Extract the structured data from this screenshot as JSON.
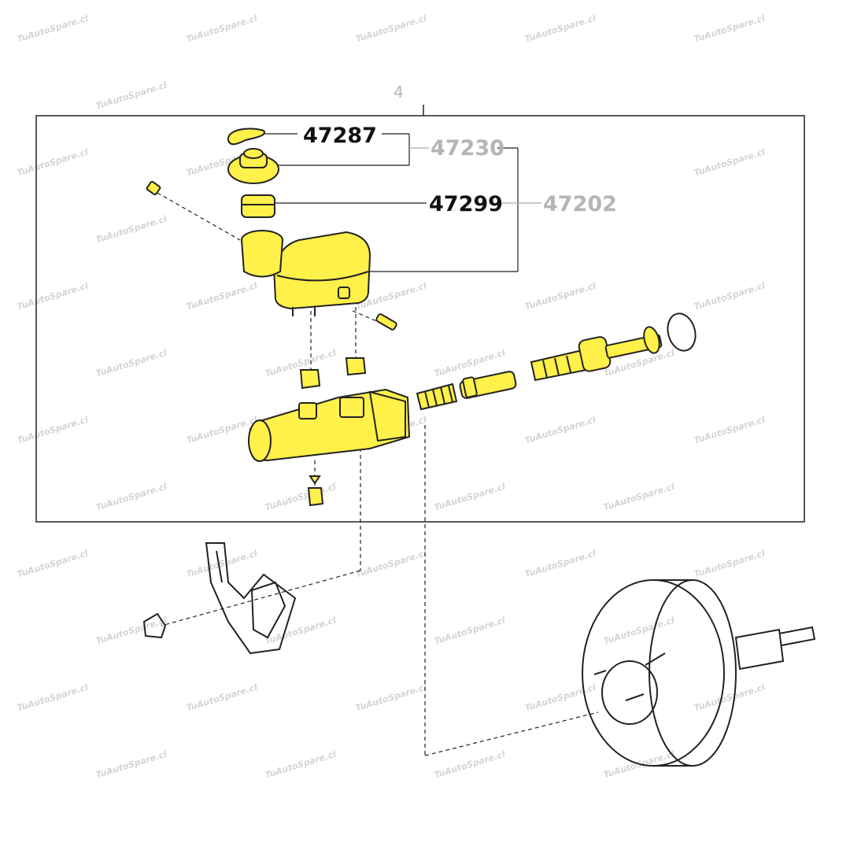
{
  "diagram": {
    "group_number": "4",
    "parts": [
      {
        "number": "47287",
        "name": "reservoir-cap-clip",
        "emphasis": "primary"
      },
      {
        "number": "47230",
        "name": "reservoir-assembly",
        "emphasis": "secondary"
      },
      {
        "number": "47299",
        "name": "reservoir-grommet",
        "emphasis": "primary"
      },
      {
        "number": "47202",
        "name": "master-cylinder-assembly",
        "emphasis": "secondary"
      }
    ],
    "colors": {
      "highlight": "#fff04a",
      "primary_text": "#111111",
      "secondary_text": "#b5b5b5"
    }
  },
  "watermark": "TuAutoSpare.cl"
}
